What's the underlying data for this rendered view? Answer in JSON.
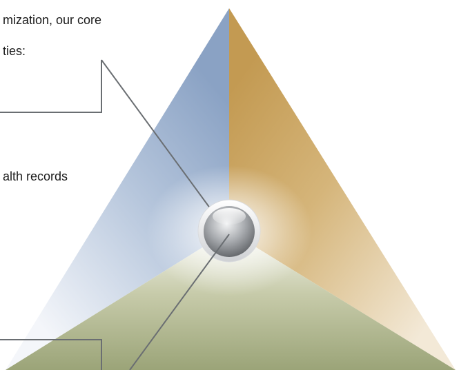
{
  "text": {
    "line_1": "mization, our core",
    "line_2": "ties:",
    "line_3": "alth records"
  },
  "colors": {
    "blue_face": "#8fa6c6",
    "gold_face": "#cfad6c",
    "green_face": "#a3ac7c",
    "connector": "#6a6e72",
    "orb_dark": "#6d7074",
    "orb_light": "#e7e8ea"
  }
}
